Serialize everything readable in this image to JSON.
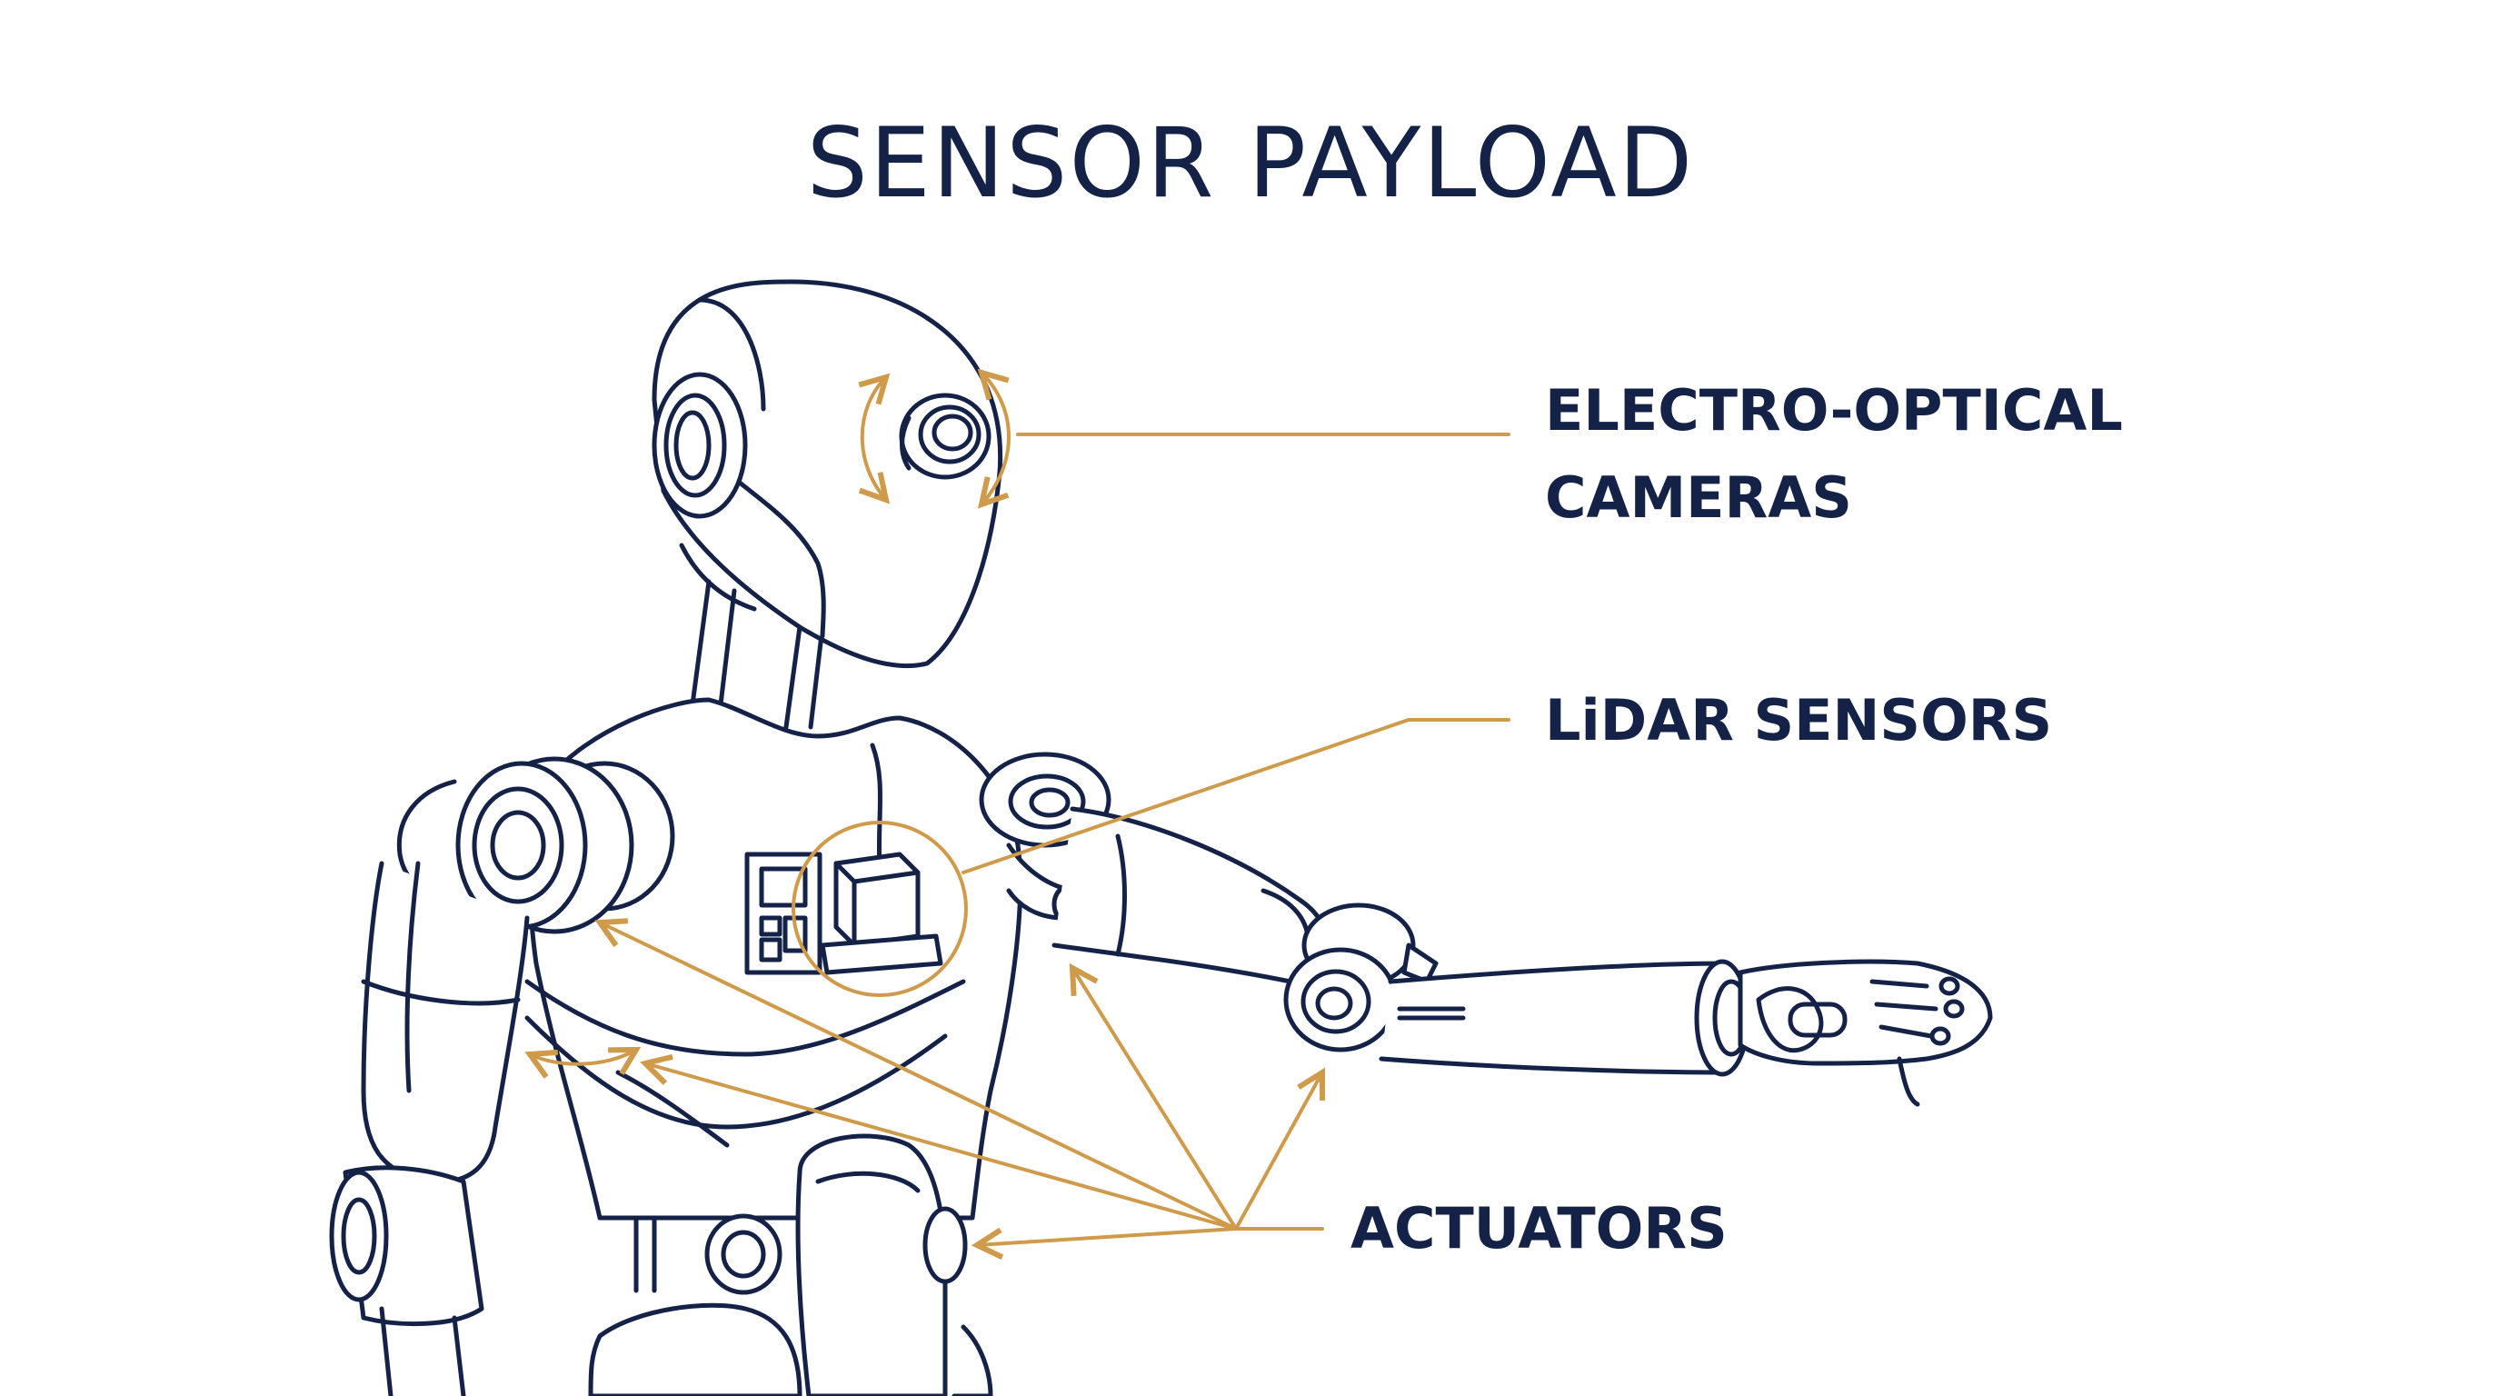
{
  "title": "SENSOR PAYLOAD",
  "callouts": {
    "cameras": {
      "lines": [
        "ELECTRO-OPTICAL",
        "CAMERAS"
      ]
    },
    "lidar": {
      "lines": [
        "LiDAR SENSORS"
      ]
    },
    "actuators": {
      "lines": [
        "ACTUATORS"
      ]
    }
  },
  "colors": {
    "outline": "#142247",
    "callout": "#cf9a4a",
    "background": "#ffffff"
  }
}
